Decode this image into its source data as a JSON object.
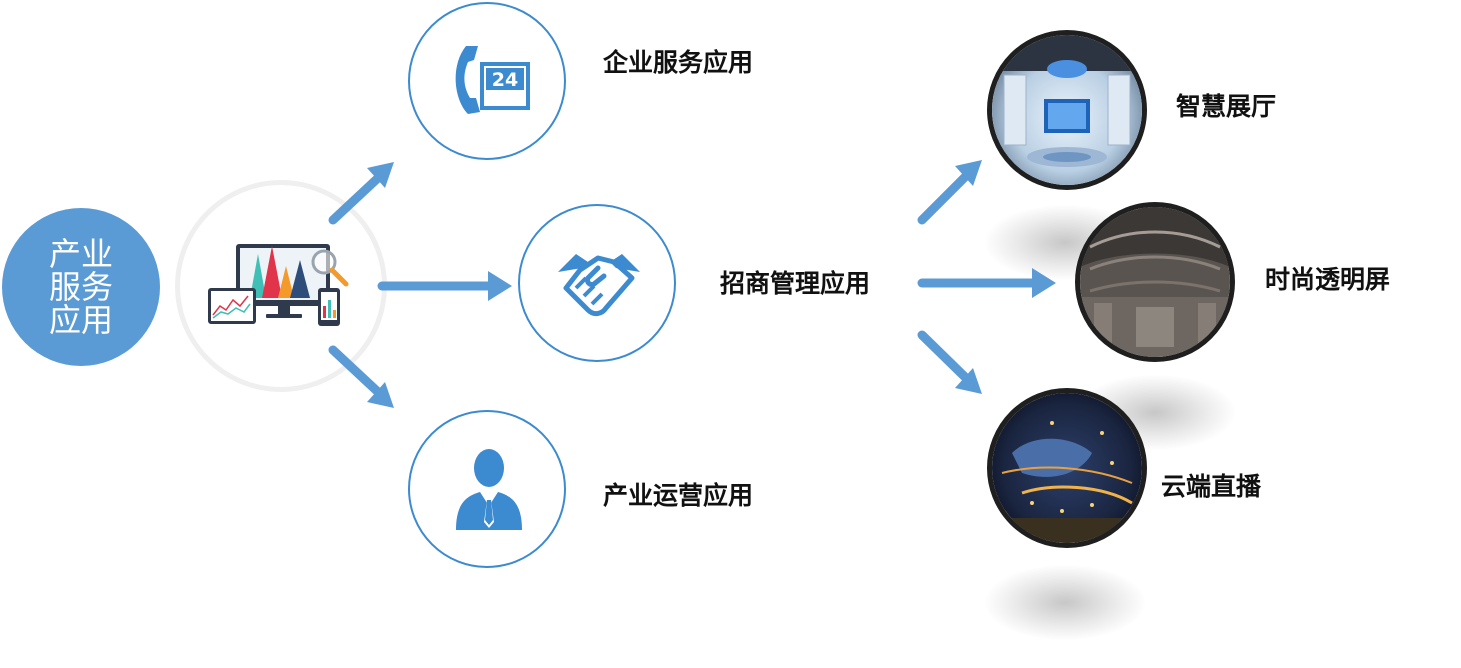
{
  "root": {
    "label_lines": [
      "产业",
      "服务",
      "应用"
    ]
  },
  "nodes": {
    "enterprise": {
      "label": "企业服务应用",
      "icon": "24h-phone-icon"
    },
    "investment": {
      "label": "招商管理应用",
      "icon": "handshake-icon"
    },
    "operation": {
      "label": "产业运营应用",
      "icon": "businessman-icon"
    }
  },
  "sub_nodes": [
    {
      "label": "智慧展厅",
      "image": "exhibition-hall-photo"
    },
    {
      "label": "时尚透明屏",
      "image": "transparent-screen-photo"
    },
    {
      "label": "云端直播",
      "image": "city-night-panorama-photo"
    }
  ],
  "colors": {
    "accent": "#5b9bd5",
    "arrow": "#5b9bd5",
    "node_border": "#3c8ad0"
  }
}
